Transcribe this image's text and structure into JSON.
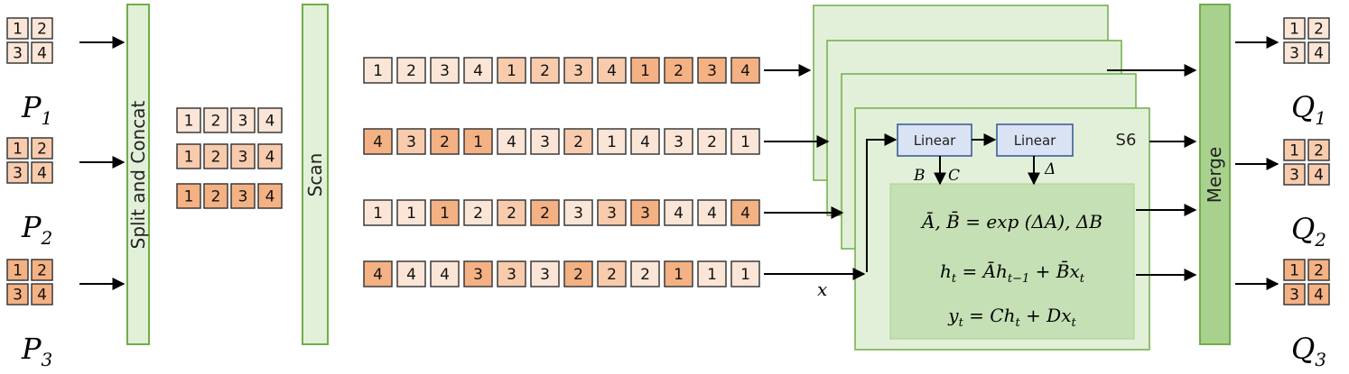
{
  "colors": {
    "c1": "#fbe5d6",
    "c2": "#f8cbad",
    "c3": "#f4b183",
    "border": "#3a3a3a",
    "bar_fill": "#e2f0d9",
    "bar_stroke": "#70ad47",
    "s6_fill": "#e2f0d9",
    "s6_stroke": "#70ad47",
    "inner_fill": "#c5e0b4",
    "linear_fill": "#dae3f3",
    "linear_stroke": "#2f5597",
    "merge_fill": "#a9d18e"
  },
  "inputs": [
    {
      "label": "P",
      "sub": "1",
      "color": "c1",
      "cells": [
        "1",
        "2",
        "3",
        "4"
      ]
    },
    {
      "label": "P",
      "sub": "2",
      "color": "c2",
      "cells": [
        "1",
        "2",
        "3",
        "4"
      ]
    },
    {
      "label": "P",
      "sub": "3",
      "color": "c3",
      "cells": [
        "1",
        "2",
        "3",
        "4"
      ]
    }
  ],
  "split_concat": {
    "label": "Split and Concat",
    "rows": [
      {
        "color": "c1",
        "cells": [
          "1",
          "2",
          "3",
          "4"
        ]
      },
      {
        "color": "c2",
        "cells": [
          "1",
          "2",
          "3",
          "4"
        ]
      },
      {
        "color": "c3",
        "cells": [
          "1",
          "2",
          "3",
          "4"
        ]
      }
    ]
  },
  "scan": {
    "label": "Scan"
  },
  "sequences": [
    {
      "cells": [
        [
          "1",
          "c1"
        ],
        [
          "2",
          "c1"
        ],
        [
          "3",
          "c1"
        ],
        [
          "4",
          "c1"
        ],
        [
          "1",
          "c2"
        ],
        [
          "2",
          "c2"
        ],
        [
          "3",
          "c2"
        ],
        [
          "4",
          "c2"
        ],
        [
          "1",
          "c3"
        ],
        [
          "2",
          "c3"
        ],
        [
          "3",
          "c3"
        ],
        [
          "4",
          "c3"
        ]
      ]
    },
    {
      "cells": [
        [
          "4",
          "c3"
        ],
        [
          "3",
          "c2"
        ],
        [
          "2",
          "c3"
        ],
        [
          "1",
          "c3"
        ],
        [
          "4",
          "c1"
        ],
        [
          "3",
          "c1"
        ],
        [
          "2",
          "c2"
        ],
        [
          "1",
          "c1"
        ],
        [
          "4",
          "c1"
        ],
        [
          "3",
          "c1"
        ],
        [
          "2",
          "c1"
        ],
        [
          "1",
          "c1"
        ]
      ]
    },
    {
      "cells": [
        [
          "1",
          "c1"
        ],
        [
          "1",
          "c1"
        ],
        [
          "1",
          "c3"
        ],
        [
          "2",
          "c1"
        ],
        [
          "2",
          "c2"
        ],
        [
          "2",
          "c3"
        ],
        [
          "3",
          "c1"
        ],
        [
          "3",
          "c2"
        ],
        [
          "3",
          "c3"
        ],
        [
          "4",
          "c1"
        ],
        [
          "4",
          "c1"
        ],
        [
          "4",
          "c3"
        ]
      ]
    },
    {
      "cells": [
        [
          "4",
          "c3"
        ],
        [
          "4",
          "c1"
        ],
        [
          "4",
          "c1"
        ],
        [
          "3",
          "c3"
        ],
        [
          "3",
          "c2"
        ],
        [
          "3",
          "c1"
        ],
        [
          "2",
          "c3"
        ],
        [
          "2",
          "c2"
        ],
        [
          "2",
          "c1"
        ],
        [
          "1",
          "c3"
        ],
        [
          "1",
          "c1"
        ],
        [
          "1",
          "c1"
        ]
      ]
    }
  ],
  "s6": {
    "title": "S6",
    "linear1": "Linear",
    "linear2": "Linear",
    "bc_label": "B C",
    "delta_label": "Δ",
    "x_label": "x",
    "eq1": "Ā, B̄ = exp (ΔA), ΔB",
    "eq2_left": "h",
    "eq2_sub": "t",
    "eq2_right": " = Āh",
    "eq2_sub2": "t−1",
    "eq2_right2": " + B̄x",
    "eq2_sub3": "t",
    "eq3": "y",
    "eq3_sub": "t",
    "eq3_right": "  =  Ch",
    "eq3_sub2": "t",
    "eq3_right2": " + Dx",
    "eq3_sub3": "t"
  },
  "merge": {
    "label": "Merge"
  },
  "outputs": [
    {
      "label": "Q",
      "sub": "1",
      "color": "c1",
      "cells": [
        "1",
        "2",
        "3",
        "4"
      ]
    },
    {
      "label": "Q",
      "sub": "2",
      "color": "c2",
      "cells": [
        "1",
        "2",
        "3",
        "4"
      ]
    },
    {
      "label": "Q",
      "sub": "3",
      "color": "c3",
      "cells": [
        "1",
        "2",
        "3",
        "4"
      ]
    }
  ]
}
